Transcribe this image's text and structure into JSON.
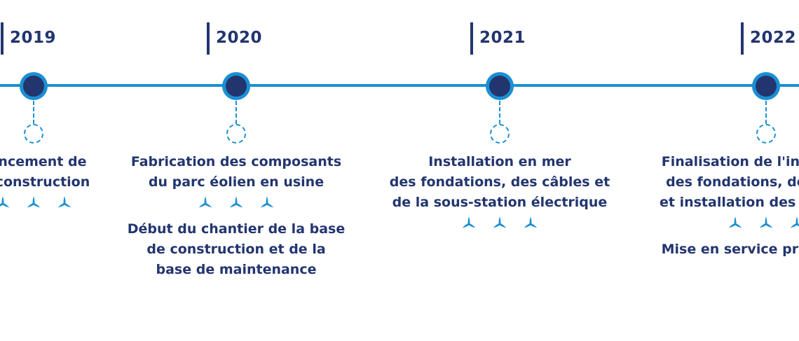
{
  "colors": {
    "navy": "#22356f",
    "blue": "#1b8fd3",
    "background": "#ffffff"
  },
  "icons": {
    "turbine": "wind-turbine-icon"
  },
  "milestones": [
    {
      "year": "2019",
      "blocks": [
        {
          "lines": [
            "Lancement de",
            "la construction"
          ]
        }
      ],
      "turbine_rows_after_block": [
        0
      ]
    },
    {
      "year": "2020",
      "blocks": [
        {
          "lines": [
            "Fabrication des composants",
            "du parc éolien en usine"
          ]
        },
        {
          "lines": [
            "Début du chantier de la base",
            "de construction et de la",
            "base de maintenance"
          ]
        }
      ],
      "turbine_rows_after_block": [
        0
      ]
    },
    {
      "year": "2021",
      "blocks": [
        {
          "lines": [
            "Installation en mer",
            "des fondations, des câbles et",
            "de la sous-station électrique"
          ]
        }
      ],
      "turbine_rows_after_block": [
        0
      ]
    },
    {
      "year": "2022",
      "blocks": [
        {
          "lines": [
            "Finalisation de l'installation",
            "des fondations, des câbles",
            "et installation des éoliennes"
          ]
        },
        {
          "lines": [
            "Mise en service progressive"
          ]
        }
      ],
      "turbine_rows_after_block": [
        0
      ]
    }
  ]
}
